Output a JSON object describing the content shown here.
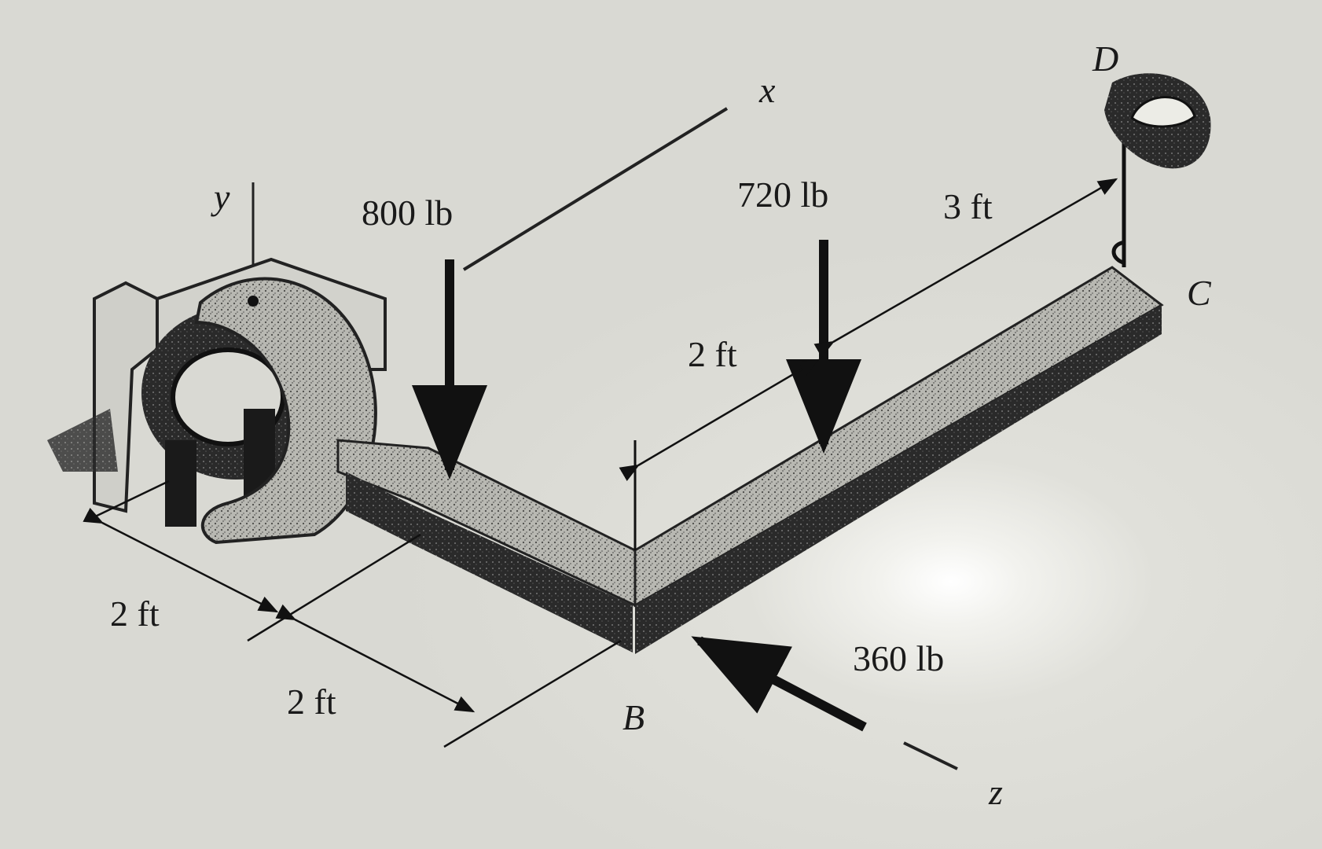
{
  "loads": {
    "load_800": "800 lb",
    "load_720": "720 lb",
    "load_360": "360 lb"
  },
  "dimensions": {
    "dim_2ft_a": "2 ft",
    "dim_2ft_b": "2 ft",
    "dim_2ft_c": "2 ft",
    "dim_3ft": "3 ft"
  },
  "axes": {
    "x": "x",
    "y": "y",
    "z": "z"
  },
  "points": {
    "B": "B",
    "C": "C",
    "D": "D"
  }
}
